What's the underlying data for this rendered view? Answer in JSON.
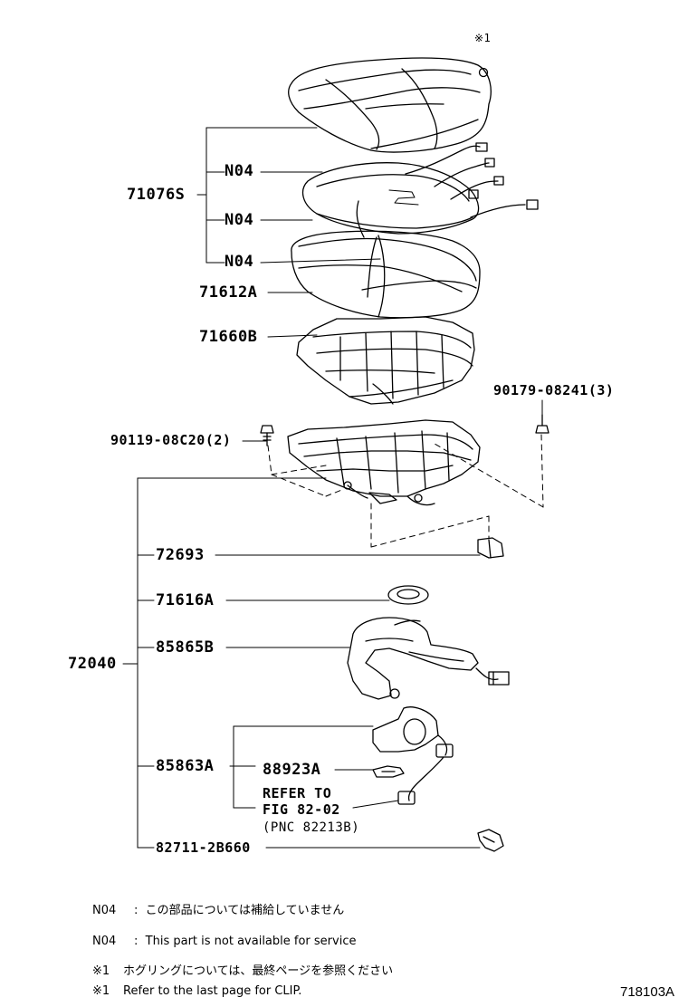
{
  "clip_marker": "※1",
  "labels": {
    "seat_cover_assy": "71076S",
    "n04_a": "N04",
    "n04_b": "N04",
    "n04_c": "N04",
    "cushion_pad": "71612A",
    "spring_assy": "71660B",
    "screw_bolt": "90179-08241(3)",
    "bolt": "90119-08C20(2)",
    "frame_assy": "72040",
    "cover_72693": "72693",
    "cover_71616a": "71616A",
    "heater_85865b": "85865B",
    "sensor_85863a": "85863A",
    "sub_88923a": "88923A",
    "refer_line1": "REFER TO",
    "refer_line2": "FIG 82-02",
    "refer_line3": "(PNC 82213B)",
    "clamp": "82711-2B660"
  },
  "notes": [
    {
      "mark": "N04",
      "sep": ":",
      "text": "この部品については補給していません"
    },
    {
      "mark": "N04",
      "sep": ":",
      "text": "This part is not available for service"
    },
    {
      "mark": "※1",
      "sep": "",
      "text": "ホグリングについては、最終ページを参照ください"
    },
    {
      "mark": "※1",
      "sep": "",
      "text": "Refer to the last page for CLIP."
    }
  ],
  "figure_id": "718103A"
}
